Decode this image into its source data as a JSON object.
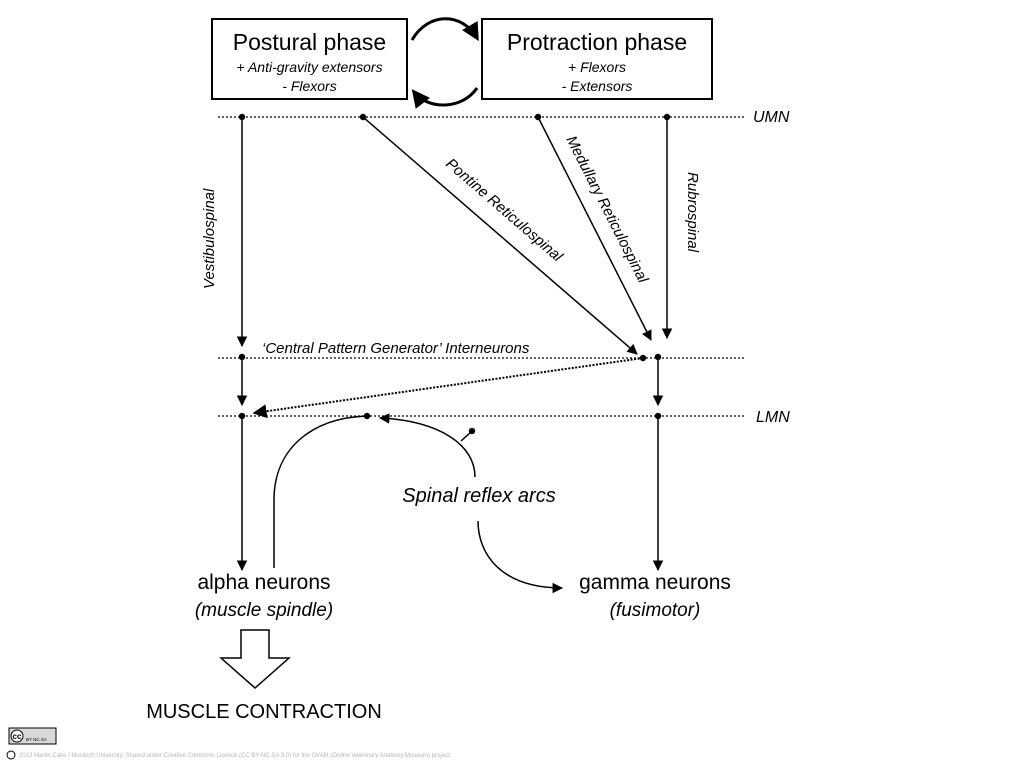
{
  "boxes": {
    "postural": {
      "title": "Postural phase",
      "line1": "+ Anti-gravity extensors",
      "line2": "- Flexors"
    },
    "protraction": {
      "title": "Protraction phase",
      "line1": "+ Flexors",
      "line2": "- Extensors"
    }
  },
  "levels": {
    "umn": "UMN",
    "lmn": "LMN",
    "cpg": "‘Central Pattern Generator’ Interneurons"
  },
  "tracts": {
    "vestibulospinal": "Vestibulospinal",
    "pontine": "Pontine Reticulospinal",
    "medullary": "Medullary Reticulospinal",
    "rubrospinal": "Rubrospinal"
  },
  "reflex": "Spinal reflex arcs",
  "neurons": {
    "alpha": {
      "name": "alpha neurons",
      "sub": "(muscle spindle)"
    },
    "gamma": {
      "name": "gamma neurons",
      "sub": "(fusimotor)"
    }
  },
  "output": "MUSCLE CONTRACTION",
  "license": {
    "badge": "cc",
    "badge_small": "BY  NC  SA",
    "credit": "2013 Martin Cake / Murdoch University. Shared under Creative Commons Licence (CC BY-NC-SA 3.0) for the OVAM (Online Veterinary Anatomy Museum) project."
  }
}
